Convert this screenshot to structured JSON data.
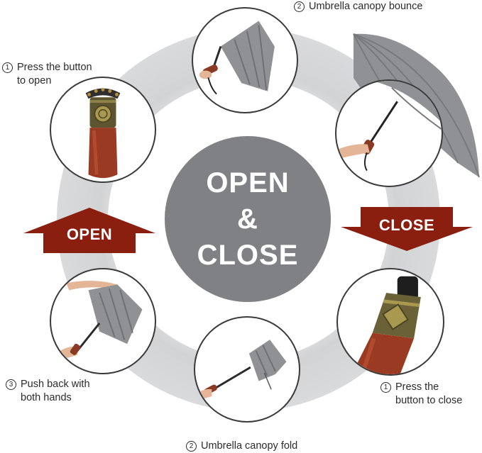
{
  "center": {
    "line1": "OPEN",
    "line2": "&",
    "line3": "CLOSE"
  },
  "arrows": {
    "open_label": "OPEN",
    "close_label": "CLOSE"
  },
  "steps": {
    "press_open": {
      "num": "1",
      "line1": "Press the button",
      "line2": "to open"
    },
    "canopy_bounce": {
      "num": "2",
      "line1": "Umbrella canopy bounce"
    },
    "push_back": {
      "num": "3",
      "line1": "Push back with",
      "line2": "both hands"
    },
    "canopy_fold": {
      "num": "2",
      "line1": "Umbrella canopy fold"
    },
    "press_close": {
      "num": "1",
      "line1": "Press the",
      "line2": "button to close"
    }
  },
  "colors": {
    "ring": "#d9dadb",
    "center": "#808184",
    "arrow": "#8a1f10",
    "canopy": "#8f9194",
    "handle_wood": "#9b3a22"
  }
}
